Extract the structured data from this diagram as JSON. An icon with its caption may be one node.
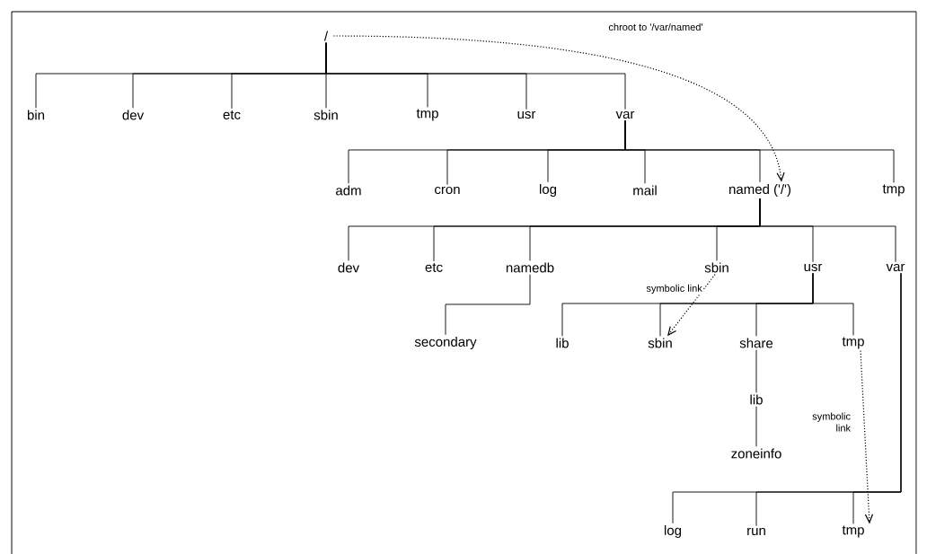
{
  "diagram": {
    "nodes": [
      {
        "text": [
          "/"
        ]
      },
      {
        "text": [
          "bin"
        ]
      },
      {
        "text": [
          "dev"
        ]
      },
      {
        "text": [
          "etc"
        ]
      },
      {
        "text": [
          "sbin"
        ]
      },
      {
        "text": [
          "tmp"
        ]
      },
      {
        "text": [
          "usr"
        ]
      },
      {
        "text": [
          "var"
        ]
      },
      {
        "text": [
          "adm"
        ]
      },
      {
        "text": [
          "cron"
        ]
      },
      {
        "text": [
          "log"
        ]
      },
      {
        "text": [
          "mail"
        ]
      },
      {
        "text": [
          "named ('/')"
        ]
      },
      {
        "text": [
          "tmp"
        ]
      },
      {
        "text": [
          "dev"
        ]
      },
      {
        "text": [
          "etc"
        ]
      },
      {
        "text": [
          "namedb"
        ]
      },
      {
        "text": [
          "sbin"
        ]
      },
      {
        "text": [
          "usr"
        ]
      },
      {
        "text": [
          "var"
        ]
      },
      {
        "text": [
          "secondary"
        ]
      },
      {
        "text": [
          "lib"
        ]
      },
      {
        "text": [
          "sbin"
        ]
      },
      {
        "text": [
          "share"
        ]
      },
      {
        "text": [
          "tmp"
        ]
      },
      {
        "text": [
          "lib"
        ]
      },
      {
        "text": [
          "zoneinfo"
        ]
      },
      {
        "text": [
          "log"
        ]
      },
      {
        "text": [
          "run"
        ]
      },
      {
        "text": [
          "tmp"
        ]
      }
    ],
    "edges": [
      {
        "from": 0,
        "to": 1,
        "arrow": "none"
      },
      {
        "from": 0,
        "to": 2,
        "arrow": "none"
      },
      {
        "from": 0,
        "to": 3,
        "arrow": "none"
      },
      {
        "from": 0,
        "to": 4,
        "arrow": "none"
      },
      {
        "from": 0,
        "to": 5,
        "arrow": "none"
      },
      {
        "from": 0,
        "to": 6,
        "arrow": "none"
      },
      {
        "from": 0,
        "to": 7,
        "arrow": "none"
      },
      {
        "from": 7,
        "to": 8,
        "arrow": "none"
      },
      {
        "from": 7,
        "to": 9,
        "arrow": "none"
      },
      {
        "from": 7,
        "to": 10,
        "arrow": "none"
      },
      {
        "from": 7,
        "to": 11,
        "arrow": "none"
      },
      {
        "from": 7,
        "to": 12,
        "arrow": "none"
      },
      {
        "from": 7,
        "to": 13,
        "arrow": "none"
      },
      {
        "from": 12,
        "to": 14,
        "arrow": "none"
      },
      {
        "from": 12,
        "to": 15,
        "arrow": "none"
      },
      {
        "from": 12,
        "to": 16,
        "arrow": "none"
      },
      {
        "from": 12,
        "to": 17,
        "arrow": "none"
      },
      {
        "from": 12,
        "to": 18,
        "arrow": "none"
      },
      {
        "from": 12,
        "to": 19,
        "arrow": "none"
      },
      {
        "from": 16,
        "to": 20,
        "arrow": "none"
      },
      {
        "from": 18,
        "to": 21,
        "arrow": "none"
      },
      {
        "from": 18,
        "to": 22,
        "arrow": "none"
      },
      {
        "from": 18,
        "to": 23,
        "arrow": "none"
      },
      {
        "from": 18,
        "to": 24,
        "arrow": "none"
      },
      {
        "from": 23,
        "to": 25,
        "arrow": "none"
      },
      {
        "from": 25,
        "to": 26,
        "arrow": "none"
      },
      {
        "from": 19,
        "to": 27,
        "arrow": "none"
      },
      {
        "from": 19,
        "to": 28,
        "arrow": "none"
      },
      {
        "from": 19,
        "to": 29,
        "arrow": "none"
      },
      {
        "from": 0,
        "to": 12,
        "arrow": "to",
        "style": "dashed",
        "label": "chroot to '/var/named'"
      },
      {
        "from": 17,
        "to": 22,
        "arrow": "to",
        "style": "dashed",
        "label": "symbolic link"
      },
      {
        "from": 24,
        "to": 29,
        "arrow": "to",
        "style": "dashed",
        "label": "symbolic link"
      }
    ]
  }
}
